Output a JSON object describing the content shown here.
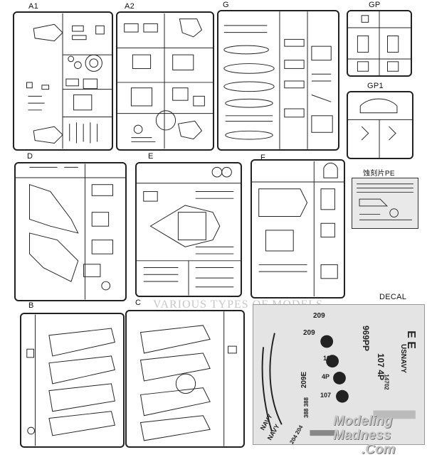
{
  "sprues": [
    {
      "id": "A1",
      "label": "A1"
    },
    {
      "id": "A2",
      "label": "A2"
    },
    {
      "id": "G",
      "label": "G"
    },
    {
      "id": "GP",
      "label": "GP"
    },
    {
      "id": "GP1",
      "label": "GP1"
    },
    {
      "id": "D",
      "label": "D"
    },
    {
      "id": "E",
      "label": "E"
    },
    {
      "id": "F",
      "label": "F"
    },
    {
      "id": "PE",
      "label": "蚀刻片PE"
    },
    {
      "id": "B",
      "label": "B"
    },
    {
      "id": "C",
      "label": "C"
    },
    {
      "id": "DECAL",
      "label": "DECAL"
    }
  ],
  "decal_text": {
    "navy1": "NAVY",
    "navy2": "NAVY",
    "n209a": "209",
    "n209b": "209",
    "n209e": "209E",
    "n107": "107",
    "n4p": "4P",
    "n107b": "107",
    "n969pp": "969PP",
    "n4p2": "107 4P",
    "usnavy": "USNAVY",
    "ee": "E E",
    "n388": "388  388",
    "n14": "14702",
    "n204": "204  204"
  },
  "watermarks": {
    "center": "VARIOUS TYPES OF MODELS",
    "corner1": "Modeling",
    "corner2": "Madness",
    "corner3": ".Com"
  }
}
